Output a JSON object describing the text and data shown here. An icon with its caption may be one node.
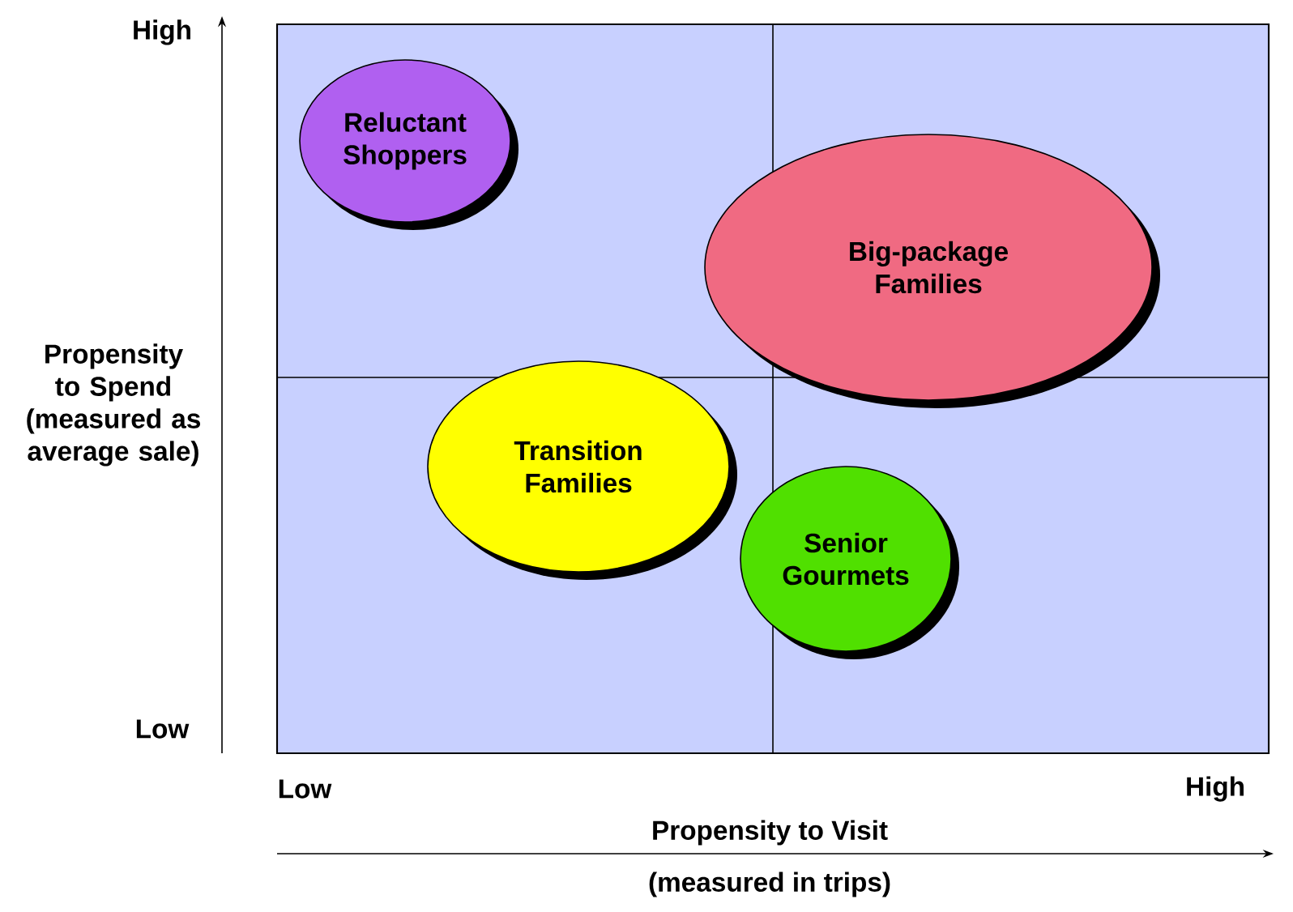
{
  "diagram": {
    "nodes": [
      {
        "text": [
          "Reluctant Shoppers"
        ]
      },
      {
        "text": [
          "Big-package Families"
        ]
      },
      {
        "text": [
          "Transition Families"
        ]
      },
      {
        "text": [
          "Senior Gourmets"
        ]
      }
    ],
    "labels": [
      "High",
      "Propensity to Spend (measured as average sale)",
      "Low",
      "Low",
      "High",
      "Propensity to Visit",
      "(measured in trips)"
    ]
  }
}
